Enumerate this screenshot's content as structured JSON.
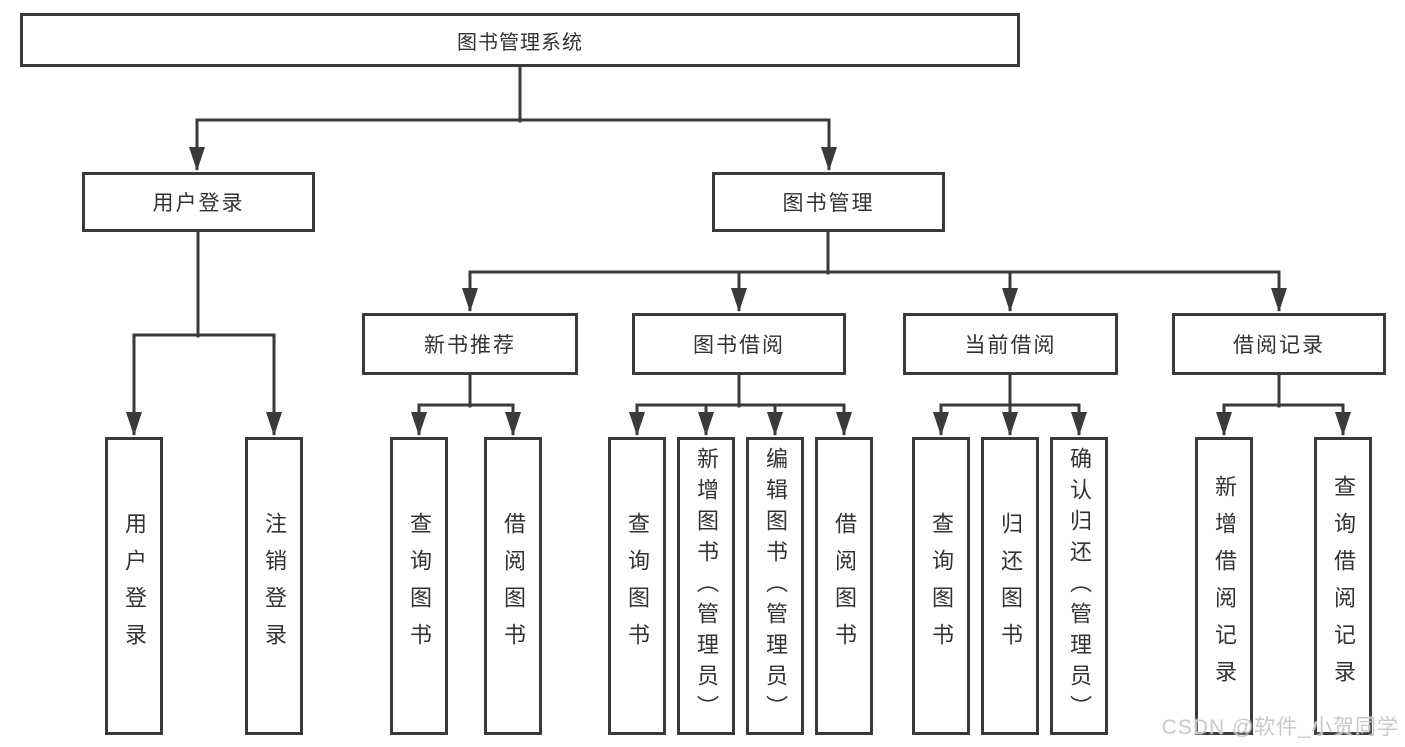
{
  "diagram_type": "functional-structure-tree",
  "colors": {
    "line": "#3a3a3a",
    "box_border": "#3a3a3a",
    "text": "#333333",
    "background": "#ffffff",
    "watermark": "#c9c9c9"
  },
  "tree": {
    "label": "图书管理系统",
    "children": [
      {
        "label": "用户登录",
        "children": [
          {
            "label": "用户登录"
          },
          {
            "label": "注销登录"
          }
        ]
      },
      {
        "label": "图书管理",
        "children": [
          {
            "label": "新书推荐",
            "children": [
              {
                "label": "查询图书"
              },
              {
                "label": "借阅图书"
              }
            ]
          },
          {
            "label": "图书借阅",
            "children": [
              {
                "label": "查询图书"
              },
              {
                "label": "新增图书（管理员）"
              },
              {
                "label": "编辑图书（管理员）"
              },
              {
                "label": "借阅图书"
              }
            ]
          },
          {
            "label": "当前借阅",
            "children": [
              {
                "label": "查询图书"
              },
              {
                "label": "归还图书"
              },
              {
                "label": "确认归还（管理员）"
              }
            ]
          },
          {
            "label": "借阅记录",
            "children": [
              {
                "label": "新增借阅记录"
              },
              {
                "label": "查询借阅记录"
              }
            ]
          }
        ]
      }
    ]
  },
  "watermark": {
    "text": "CSDN @软件_小贺同学"
  }
}
